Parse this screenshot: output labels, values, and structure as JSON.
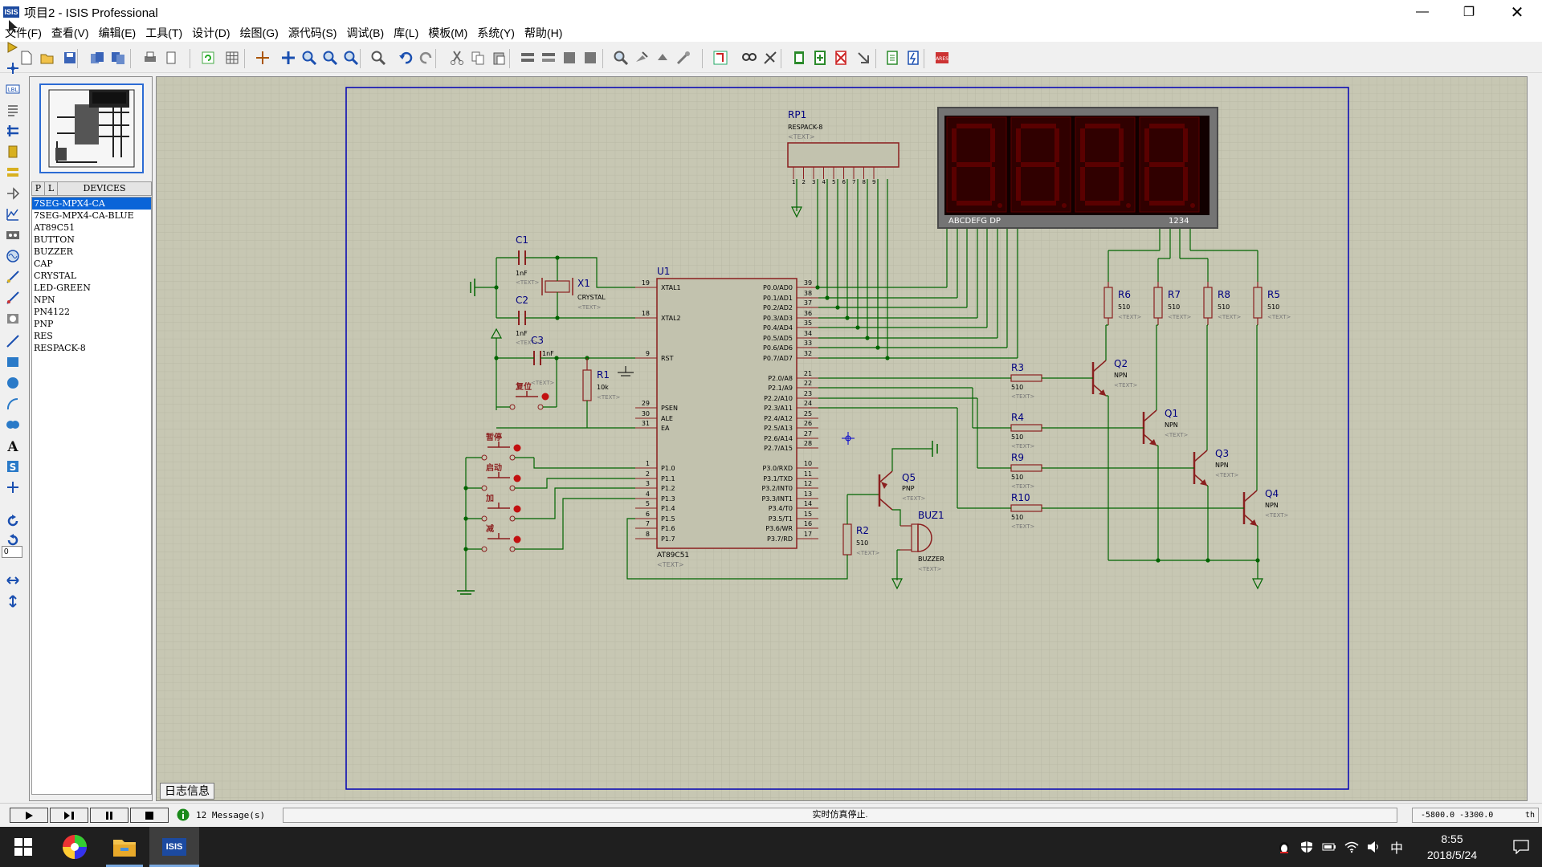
{
  "window": {
    "title": "项目2 - ISIS Professional",
    "app_icon_text": "ISIS"
  },
  "menu": [
    "文件(F)",
    "查看(V)",
    "编辑(E)",
    "工具(T)",
    "设计(D)",
    "绘图(G)",
    "源代码(S)",
    "调试(B)",
    "库(L)",
    "模板(M)",
    "系统(Y)",
    "帮助(H)"
  ],
  "sidebar": {
    "tabs": [
      "P",
      "L"
    ],
    "header": "DEVICES",
    "devices": [
      "7SEG-MPX4-CA",
      "7SEG-MPX4-CA-BLUE",
      "AT89C51",
      "BUTTON",
      "BUZZER",
      "CAP",
      "CRYSTAL",
      "LED-GREEN",
      "NPN",
      "PN4122",
      "PNP",
      "RES",
      "RESPACK-8"
    ],
    "selected": 0
  },
  "rotate_value": "0",
  "log_tab": "日志信息",
  "status": {
    "messages": "12 Message(s)",
    "sim": "实时仿真停止.",
    "coords": "-5800.0  -3300.0",
    "units": "th"
  },
  "clock": {
    "time": "8:55",
    "date": "2018/5/24"
  },
  "tray": {
    "ime": "中"
  },
  "schematic": {
    "u1": {
      "ref": "U1",
      "part": "AT89C51",
      "text": "<TEXT>",
      "left_pins": [
        {
          "num": "19",
          "name": "XTAL1"
        },
        {
          "num": "18",
          "name": "XTAL2"
        },
        {
          "num": "9",
          "name": "RST"
        },
        {
          "num": "29",
          "name": "PSEN"
        },
        {
          "num": "30",
          "name": "ALE"
        },
        {
          "num": "31",
          "name": "EA"
        },
        {
          "num": "1",
          "name": "P1.0"
        },
        {
          "num": "2",
          "name": "P1.1"
        },
        {
          "num": "3",
          "name": "P1.2"
        },
        {
          "num": "4",
          "name": "P1.3"
        },
        {
          "num": "5",
          "name": "P1.4"
        },
        {
          "num": "6",
          "name": "P1.5"
        },
        {
          "num": "7",
          "name": "P1.6"
        },
        {
          "num": "8",
          "name": "P1.7"
        }
      ],
      "right_pins": [
        {
          "num": "39",
          "name": "P0.0/AD0"
        },
        {
          "num": "38",
          "name": "P0.1/AD1"
        },
        {
          "num": "37",
          "name": "P0.2/AD2"
        },
        {
          "num": "36",
          "name": "P0.3/AD3"
        },
        {
          "num": "35",
          "name": "P0.4/AD4"
        },
        {
          "num": "34",
          "name": "P0.5/AD5"
        },
        {
          "num": "33",
          "name": "P0.6/AD6"
        },
        {
          "num": "32",
          "name": "P0.7/AD7"
        },
        {
          "num": "21",
          "name": "P2.0/A8"
        },
        {
          "num": "22",
          "name": "P2.1/A9"
        },
        {
          "num": "23",
          "name": "P2.2/A10"
        },
        {
          "num": "24",
          "name": "P2.3/A11"
        },
        {
          "num": "25",
          "name": "P2.4/A12"
        },
        {
          "num": "26",
          "name": "P2.5/A13"
        },
        {
          "num": "27",
          "name": "P2.6/A14"
        },
        {
          "num": "28",
          "name": "P2.7/A15"
        },
        {
          "num": "10",
          "name": "P3.0/RXD"
        },
        {
          "num": "11",
          "name": "P3.1/TXD"
        },
        {
          "num": "12",
          "name": "P3.2/INT0"
        },
        {
          "num": "13",
          "name": "P3.3/INT1"
        },
        {
          "num": "14",
          "name": "P3.4/T0"
        },
        {
          "num": "15",
          "name": "P3.5/T1"
        },
        {
          "num": "16",
          "name": "P3.6/WR"
        },
        {
          "num": "17",
          "name": "P3.7/RD"
        }
      ]
    },
    "rp1": {
      "ref": "RP1",
      "part": "RESPACK-8",
      "text": "<TEXT>",
      "pins": [
        "1",
        "2",
        "3",
        "4",
        "5",
        "6",
        "7",
        "8",
        "9"
      ]
    },
    "display": {
      "label_left": "ABCDEFG  DP",
      "label_right": "1234"
    },
    "crystal": {
      "ref": "X1",
      "part": "CRYSTAL",
      "text": "<TEXT>"
    },
    "caps": [
      {
        "ref": "C1",
        "value": "1nF",
        "text": "<TEXT>"
      },
      {
        "ref": "C2",
        "value": "1nF",
        "text": "<TEXT>"
      },
      {
        "ref": "C3",
        "value": "1nF",
        "text": "<TEXT>"
      }
    ],
    "r1": {
      "ref": "R1",
      "value": "10k",
      "text": "<TEXT>"
    },
    "reset_btn": "复位",
    "buttons": [
      "暂停",
      "启动",
      "加",
      "减"
    ],
    "top_resistors": [
      {
        "ref": "R6",
        "value": "510",
        "text": "<TEXT>"
      },
      {
        "ref": "R7",
        "value": "510",
        "text": "<TEXT>"
      },
      {
        "ref": "R8",
        "value": "510",
        "text": "<TEXT>"
      },
      {
        "ref": "R5",
        "value": "510",
        "text": "<TEXT>"
      }
    ],
    "base_resistors": [
      {
        "ref": "R3",
        "value": "510",
        "text": "<TEXT>"
      },
      {
        "ref": "R4",
        "value": "510",
        "text": "<TEXT>"
      },
      {
        "ref": "R9",
        "value": "510",
        "text": "<TEXT>"
      },
      {
        "ref": "R10",
        "value": "510",
        "text": "<TEXT>"
      }
    ],
    "transistors": [
      {
        "ref": "Q2",
        "type": "NPN",
        "text": "<TEXT>"
      },
      {
        "ref": "Q1",
        "type": "NPN",
        "text": "<TEXT>"
      },
      {
        "ref": "Q3",
        "type": "NPN",
        "text": "<TEXT>"
      },
      {
        "ref": "Q4",
        "type": "NPN",
        "text": "<TEXT>"
      }
    ],
    "q5": {
      "ref": "Q5",
      "type": "PNP",
      "text": "<TEXT>"
    },
    "r2": {
      "ref": "R2",
      "value": "510",
      "text": "<TEXT>"
    },
    "buzzer": {
      "ref": "BUZ1",
      "part": "BUZZER",
      "text": "<TEXT>"
    }
  },
  "colors": {
    "grid_bg": "#c7c7b3",
    "wire": "#006400",
    "component": "#8b1f1f",
    "sheet_border": "#0000b4",
    "label": "#000080",
    "segment_off": "#5a0000"
  }
}
